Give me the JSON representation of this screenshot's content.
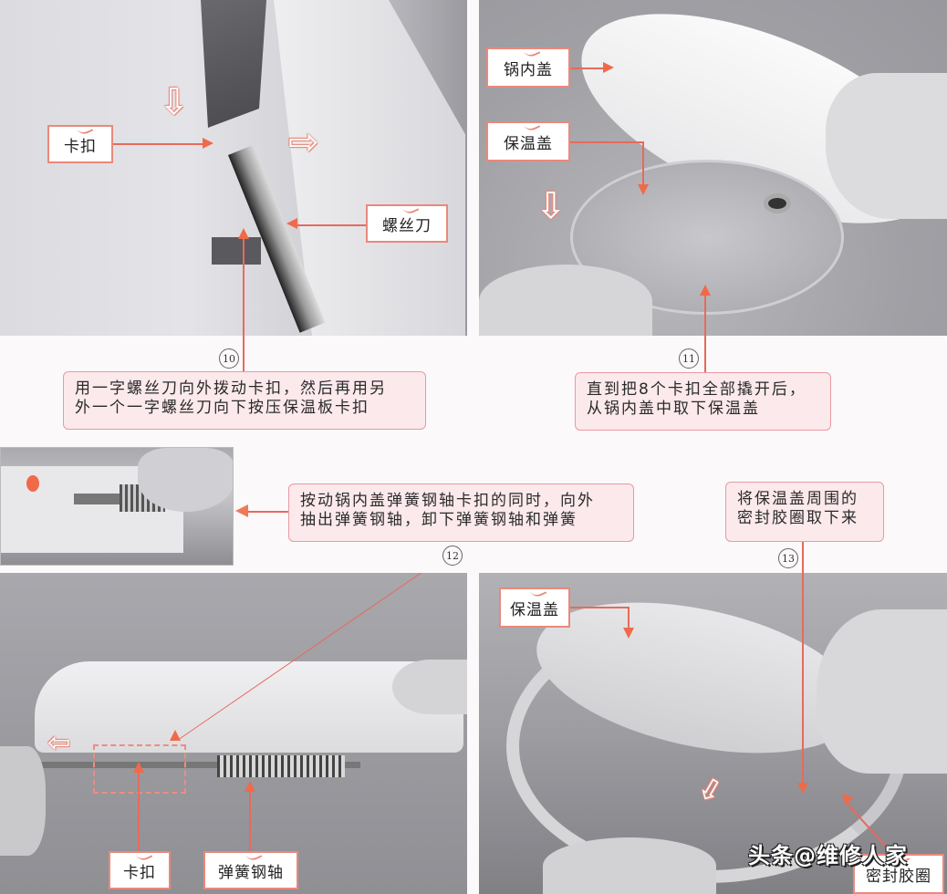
{
  "steps": [
    {
      "number": "10",
      "description_line1": "用一字螺丝刀向外拨动卡扣，然后再用另",
      "description_line2": "外一个一字螺丝刀向下按压保温板卡扣",
      "labels": {
        "clip": "卡扣",
        "screwdriver": "螺丝刀"
      }
    },
    {
      "number": "11",
      "description_line1": "直到把8个卡扣全部撬开后，",
      "description_line2": "从锅内盖中取下保温盖",
      "labels": {
        "inner_lid": "锅内盖",
        "insulation_lid": "保温盖"
      }
    },
    {
      "number": "12",
      "description_line1": "按动锅内盖弹簧钢轴卡扣的同时，向外",
      "description_line2": "抽出弹簧钢轴，卸下弹簧钢轴和弹簧",
      "labels": {
        "clip": "卡扣",
        "spring_shaft": "弹簧钢轴"
      }
    },
    {
      "number": "13",
      "description_line1": "将保温盖周围的",
      "description_line2": "密封胶圈取下来",
      "labels": {
        "insulation_lid": "保温盖",
        "seal_ring": "密封胶圈"
      }
    }
  ],
  "watermark": "头条@维修人家",
  "colors": {
    "accent": "#e9897c",
    "desc_bg": "#fbe9ec",
    "arrow": "#f06a4a"
  },
  "icons": {
    "down_arrow": "⇩",
    "right_arrow": "⇨",
    "left_arrow": "⇦"
  }
}
